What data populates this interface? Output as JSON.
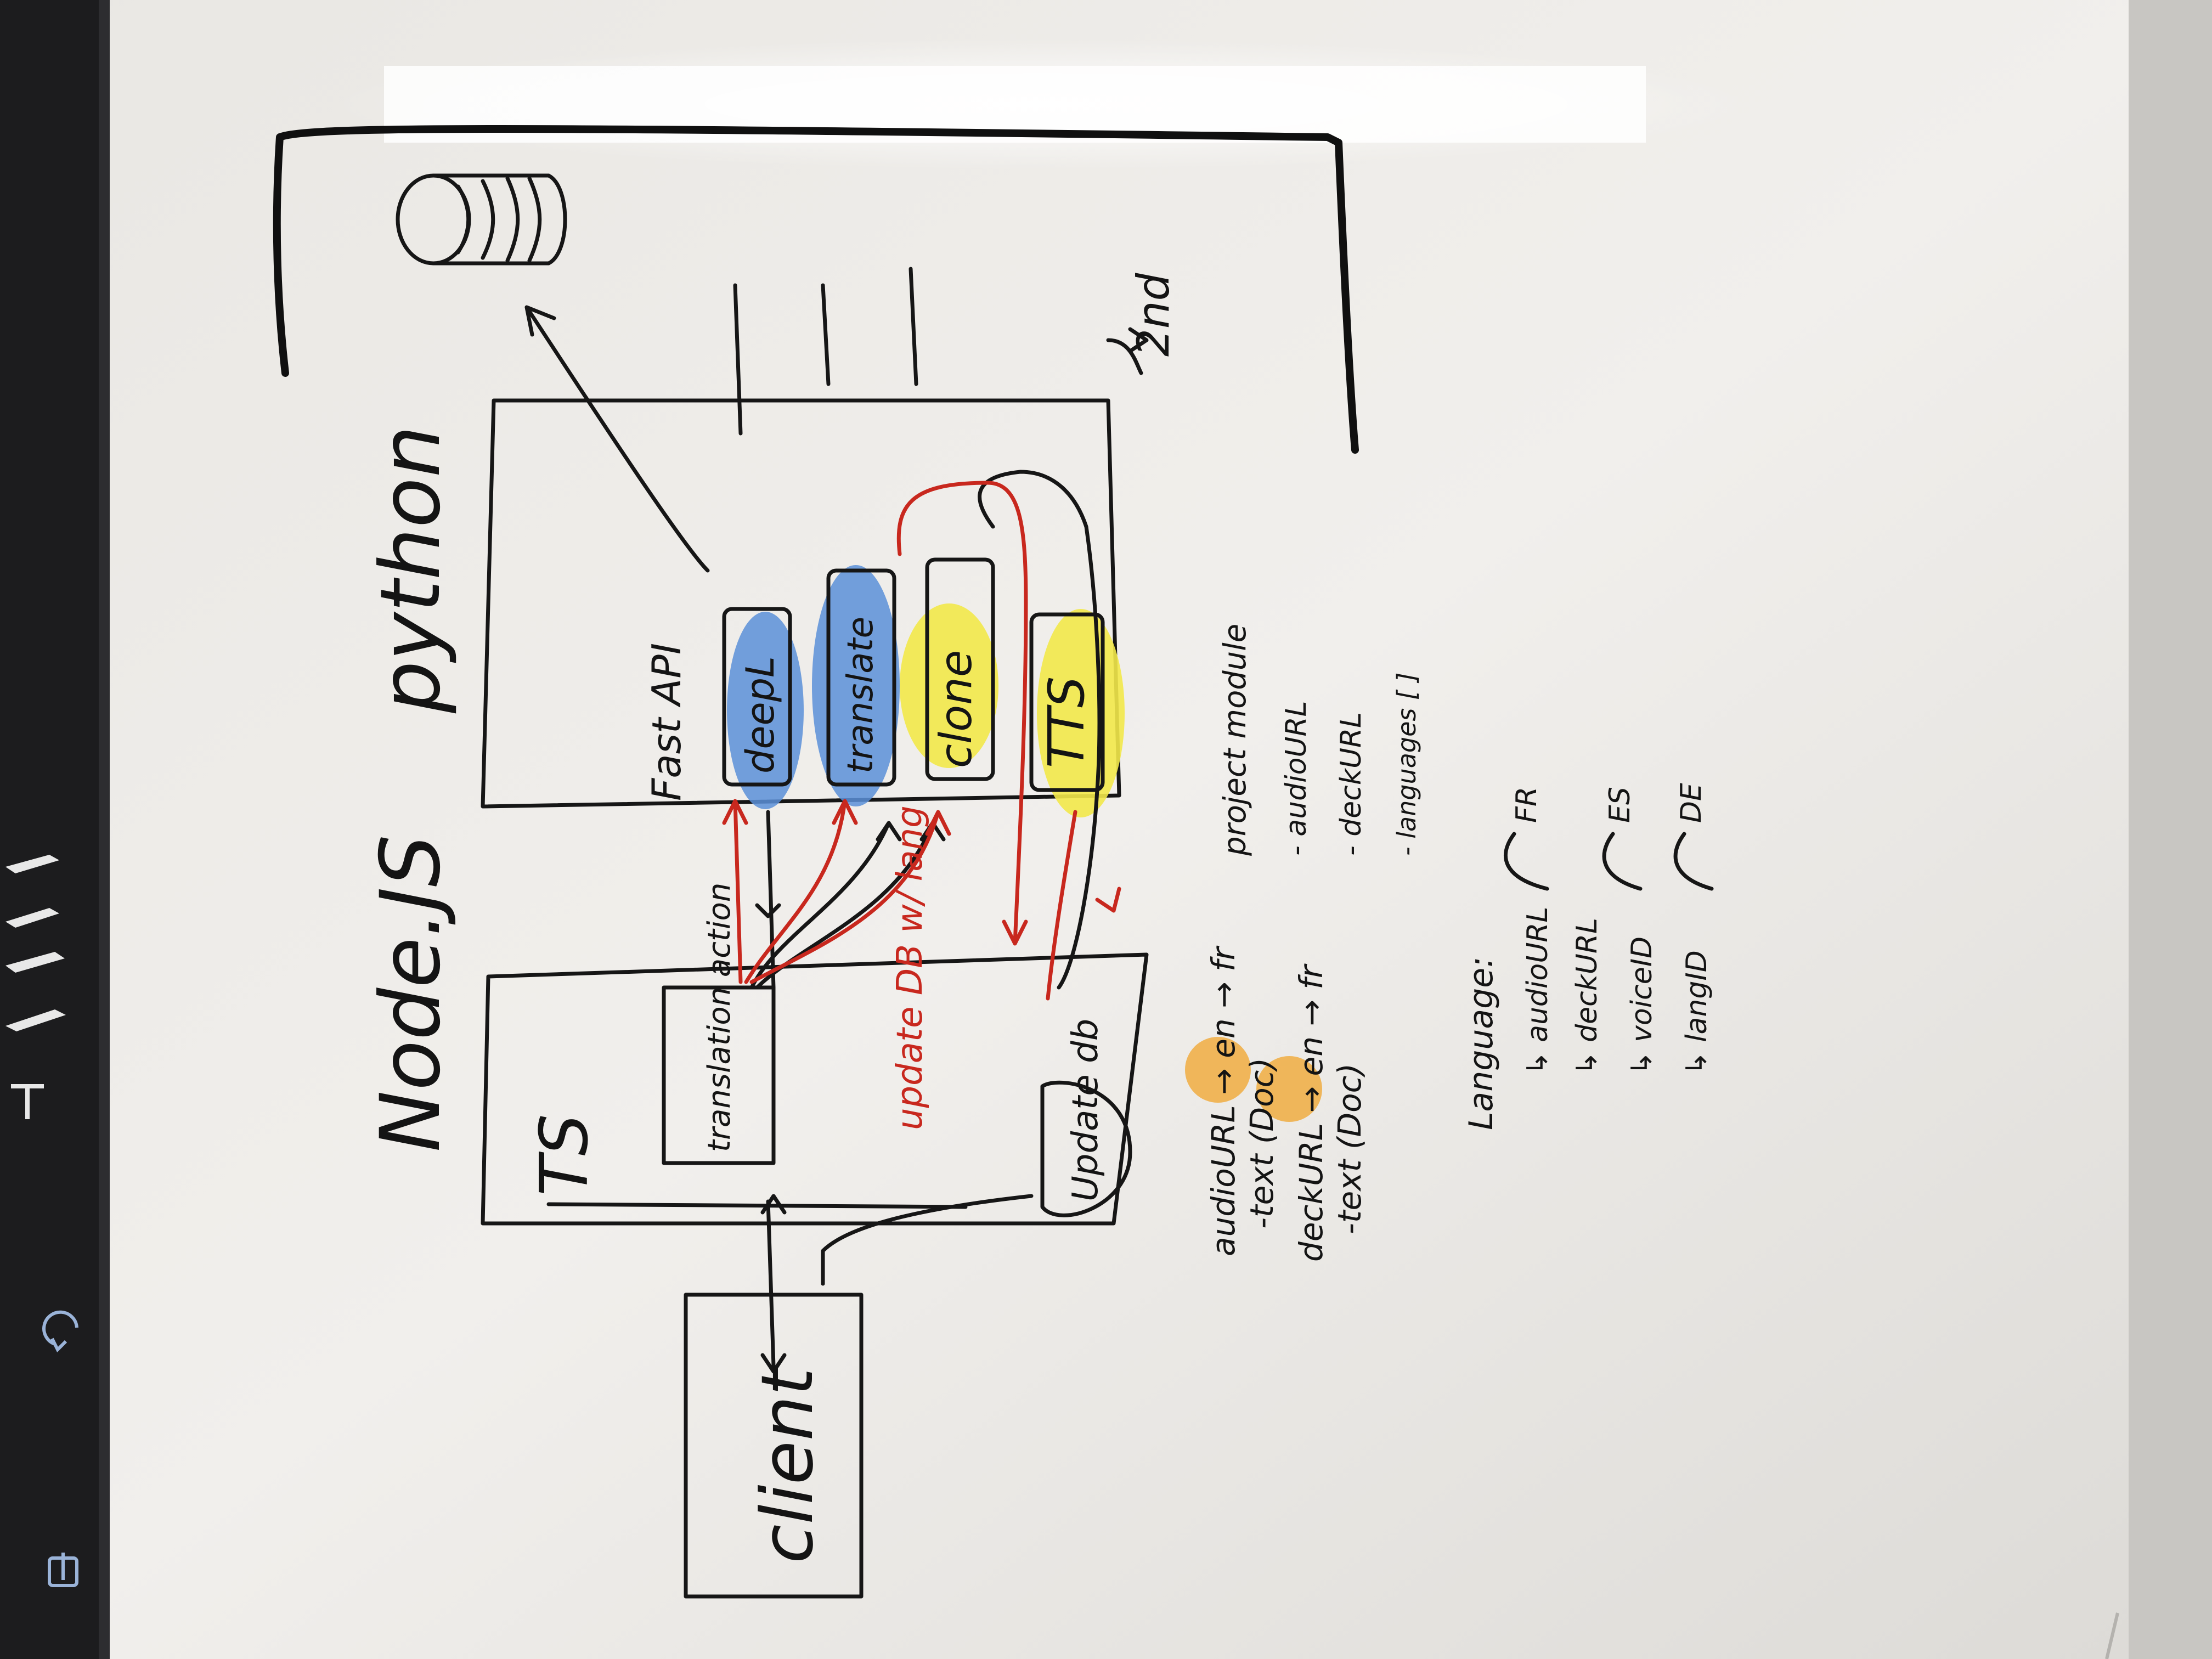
{
  "colors": {
    "board": "#efedea",
    "ink": "#161616",
    "red_marker": "#c8281e",
    "blue_highlight": "#5b8fd8",
    "yellow_highlight": "#f2e84a",
    "orange_dot": "#f0b04a",
    "bezel": "#1c1c1e"
  },
  "icons": [
    "share-icon",
    "undo-icon",
    "pen-icon",
    "marker-icon",
    "eraser-icon",
    "lasso-icon",
    "text-icon"
  ],
  "labels": {
    "node": "Node.JS",
    "python": "python",
    "client": "client",
    "ts": "TS",
    "translation_action": "translation action",
    "update_db": "Update db",
    "update_red": "update DB w/ lang",
    "fast_api": "Fast API",
    "deepl": "deepL",
    "translate": "translate",
    "clone": "clone",
    "tts": "TTS",
    "second": "2nd"
  },
  "notes": {
    "project_module": [
      "project module",
      "- audioURL",
      "- deckURL",
      "- languages [ ]"
    ],
    "audio_line": [
      "audioURL → en → fr",
      "-text (Doc)"
    ],
    "deck_line": [
      "deckURL → en → fr",
      "-text (Doc)"
    ],
    "language": [
      "Language:",
      "↳ audioURL",
      "↳ deckURL",
      "↳ voiceID",
      "↳ langID"
    ],
    "lang_codes": [
      "FR",
      "ES",
      "DE"
    ]
  }
}
